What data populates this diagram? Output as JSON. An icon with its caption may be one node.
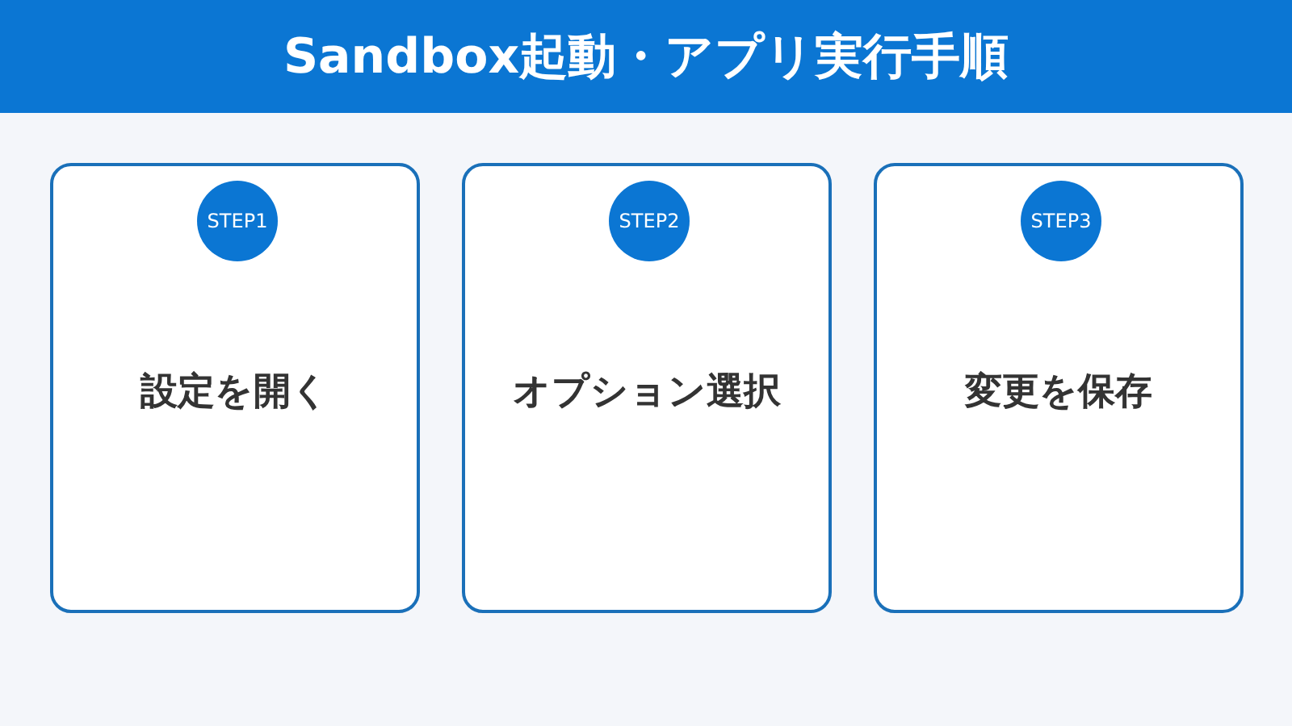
{
  "diagram": {
    "title": "Sandbox起動・アプリ実行手順",
    "nodes": [
      {
        "text": [
          "設定を開く"
        ]
      },
      {
        "text": [
          "STEP1"
        ],
        "in": 0
      },
      {
        "text": [
          "オプション選択"
        ]
      },
      {
        "text": [
          "STEP2"
        ],
        "in": 2
      },
      {
        "text": [
          "変更を保存"
        ]
      },
      {
        "text": [
          "STEP3"
        ],
        "in": 4
      }
    ]
  }
}
